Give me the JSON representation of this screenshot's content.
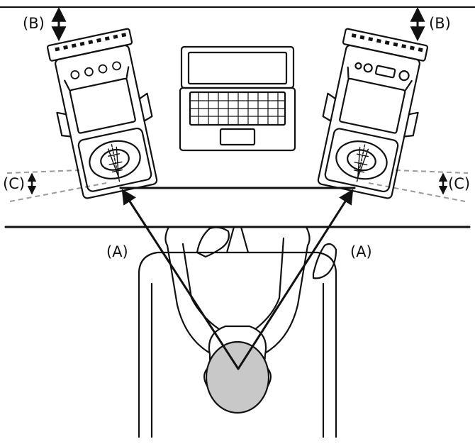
{
  "labels": {
    "a_left": "(A)",
    "a_right": "(A)",
    "b_left": "(B)",
    "b_right": "(B)",
    "c_left": "(C)",
    "c_right": "(C)"
  },
  "colors": {
    "line": "#111111",
    "head_fill": "#c8c8c8",
    "dashed_line": "#9a9a9a"
  }
}
